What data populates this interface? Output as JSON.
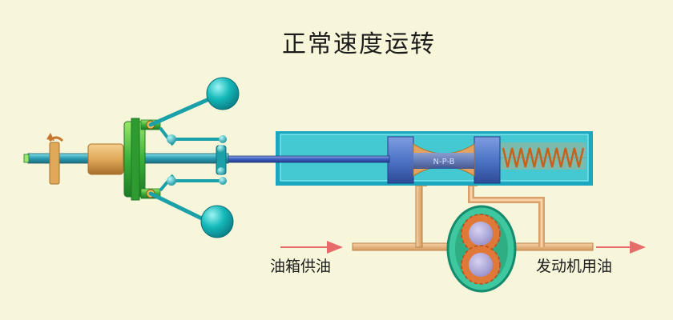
{
  "diagram": {
    "title": "正常速度运转",
    "labels": {
      "oil_in": "油箱供油",
      "oil_out": "发动机用油",
      "valve_mark": "N-P-B"
    },
    "colors": {
      "background": "#f7f5da",
      "housing": "#44c9d3",
      "housing_border": "#1aa7bf",
      "valve": "#4f74c7",
      "flyweight": "#14b9b9",
      "gear_frame": "#2bb866",
      "collar": "#e0a95a",
      "pipe": "#e6b07a",
      "spring": "#c5611c",
      "arrow": "#e86b6b"
    }
  }
}
